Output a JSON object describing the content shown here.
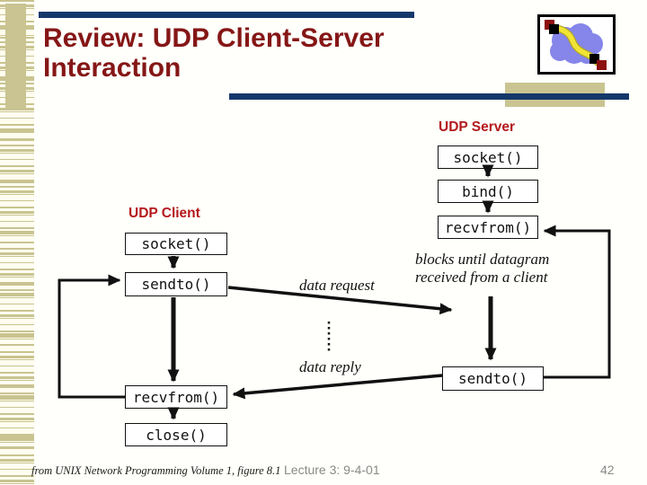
{
  "slide": {
    "title_line1": "Review: UDP Client-Server",
    "title_line2": "Interaction",
    "footer_source": "from UNIX Network Programming Volume 1, figure 8.1",
    "footer_lecture": "Lecture 3: 9-4-01",
    "page_number": "42"
  },
  "diagram": {
    "server": {
      "label": "UDP Server",
      "boxes": [
        "socket()",
        "bind()",
        "recvfrom()",
        "sendto()"
      ],
      "note": "blocks until datagram received from a client"
    },
    "client": {
      "label": "UDP Client",
      "boxes": [
        "socket()",
        "sendto()",
        "recvfrom()",
        "close()"
      ]
    },
    "messages": {
      "request": "data request",
      "reply": "data reply"
    }
  },
  "icons": {
    "network_cloud": "network-cloud-with-connection"
  },
  "colors": {
    "title_red": "#851716",
    "label_red": "#b4191e",
    "navy_rule": "#15386b",
    "tan": "#c9c491",
    "footer_gray": "#898989",
    "cloud_blue": "#8585ea",
    "link_yellow": "#f2e435"
  }
}
